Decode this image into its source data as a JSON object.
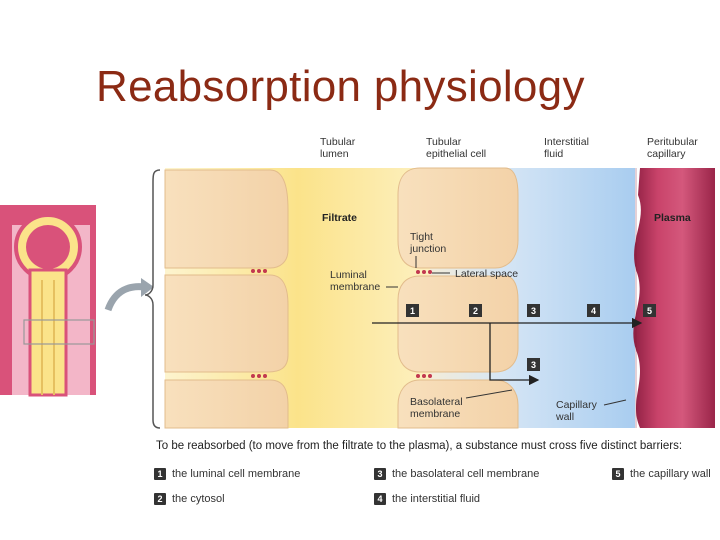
{
  "title": "Reabsorption physiology",
  "column_headers": [
    {
      "line1": "Tubular",
      "line2": "lumen"
    },
    {
      "line1": "Tubular",
      "line2": "epithelial cell"
    },
    {
      "line1": "Interstitial",
      "line2": "fluid"
    },
    {
      "line1": "Peritubular",
      "line2": "capillary"
    }
  ],
  "labels": {
    "filtrate": "Filtrate",
    "plasma": "Plasma",
    "tight_junction_1": "Tight",
    "tight_junction_2": "junction",
    "luminal_1": "Luminal",
    "luminal_2": "membrane",
    "lateral_space": "Lateral space",
    "basolateral_1": "Basolateral",
    "basolateral_2": "membrane",
    "capillary_wall_1": "Capillary",
    "capillary_wall_2": "wall"
  },
  "step_numbers": [
    "1",
    "2",
    "3",
    "4",
    "5",
    "3"
  ],
  "caption": "To be reabsorbed (to move from the filtrate to the plasma), a substance must cross five distinct barriers:",
  "legend": [
    {
      "num": "1",
      "text": "the luminal cell membrane"
    },
    {
      "num": "2",
      "text": "the cytosol"
    },
    {
      "num": "3",
      "text": "the basolateral cell membrane"
    },
    {
      "num": "4",
      "text": "the interstitial fluid"
    },
    {
      "num": "5",
      "text": "the capillary wall"
    }
  ],
  "colors": {
    "title": "#8b2a14",
    "lumen": "#fbe79a",
    "cell": "#f6d9b4",
    "interstitial": "#b9d6f2",
    "capillary": "#b8315a"
  }
}
